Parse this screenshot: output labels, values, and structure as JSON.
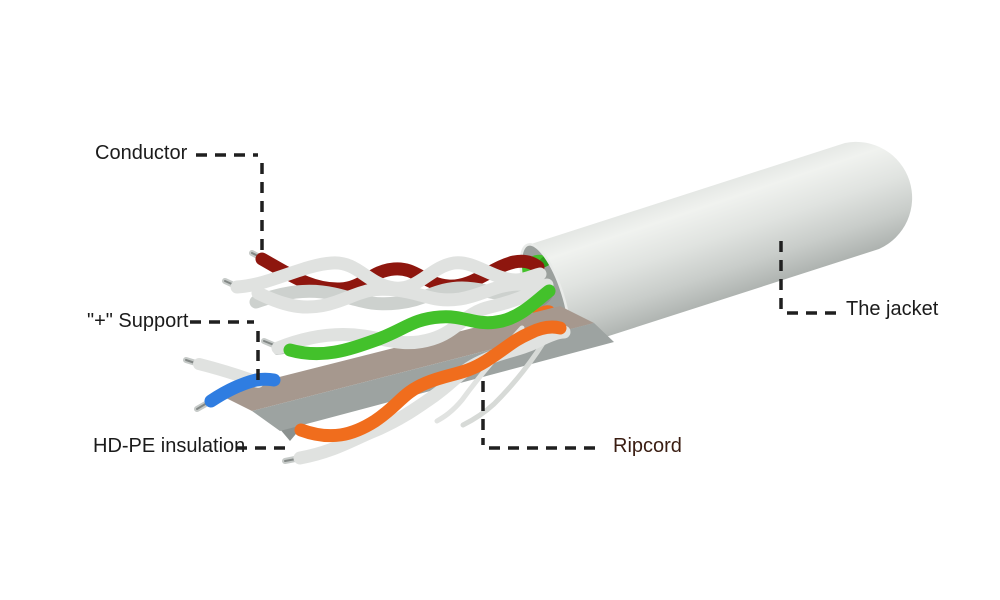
{
  "labels": {
    "conductor": {
      "text": "Conductor",
      "color": "#1b1b1b"
    },
    "support": {
      "text": "\"+\" Support",
      "color": "#1b1b1b"
    },
    "hdpe_insulation": {
      "text": "HD-PE insulation",
      "color": "#1b1b1b"
    },
    "ripcord": {
      "text": "Ripcord",
      "color": "#3a1d12"
    },
    "jacket": {
      "text": "The jacket",
      "color": "#1b1b1b"
    }
  },
  "colors": {
    "background": "#ffffff",
    "leader_line": "#1f1f1f",
    "jacket_rim": "#e9ebe9",
    "opening_interior": "#9ba09d",
    "opening_shadow": "#8d9290",
    "pair_brown": "#8e160e",
    "pair_green": "#43c12b",
    "pair_green_dark": "#2f9e1c",
    "pair_orange": "#f06d1d",
    "pair_orange_dark": "#d55a0e",
    "wire_white": "#e0e2e0",
    "wire_white_shade": "#cdd1ce",
    "wire_blue": "#2f7de1",
    "support_top": "#a6988e",
    "support_side": "#9da3a1",
    "support_fin": "#8b918f",
    "metal": "#c6cac8",
    "metal_core": "#828785",
    "ripcord_strand": "#d7dad7",
    "ripcord_strand2": "#e1e3e1"
  }
}
